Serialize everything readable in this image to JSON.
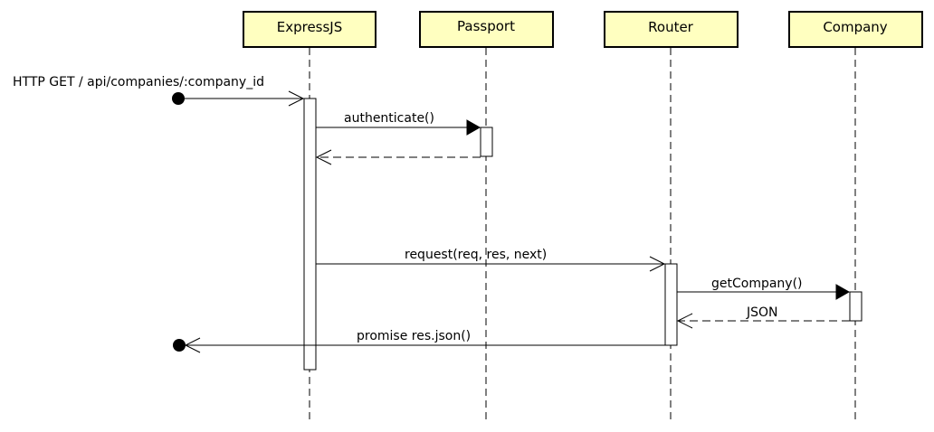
{
  "diagram": {
    "participants": [
      {
        "id": "express",
        "label": "ExpressJS"
      },
      {
        "id": "passport",
        "label": "Passport"
      },
      {
        "id": "router",
        "label": "Router"
      },
      {
        "id": "company",
        "label": "Company"
      }
    ],
    "messages": [
      {
        "id": "m0",
        "label": "HTTP GET / api/companies/:company_id",
        "from": "found",
        "to": "express",
        "style": "solid",
        "head": "open"
      },
      {
        "id": "m1",
        "label": "authenticate()",
        "from": "express",
        "to": "passport",
        "style": "solid",
        "head": "filled"
      },
      {
        "id": "m2",
        "label": "",
        "from": "passport",
        "to": "express",
        "style": "dashed",
        "head": "open"
      },
      {
        "id": "m3",
        "label": "request(req, res, next)",
        "from": "express",
        "to": "router",
        "style": "solid",
        "head": "open"
      },
      {
        "id": "m4",
        "label": "getCompany()",
        "from": "router",
        "to": "company",
        "style": "solid",
        "head": "filled"
      },
      {
        "id": "m5",
        "label": "JSON",
        "from": "company",
        "to": "router",
        "style": "dashed",
        "head": "open"
      },
      {
        "id": "m6",
        "label": "promise res.json()",
        "from": "router",
        "to": "lost",
        "style": "solid",
        "head": "open"
      }
    ],
    "colors": {
      "participant_fill": "#ffffc0",
      "stroke": "#000000"
    }
  }
}
